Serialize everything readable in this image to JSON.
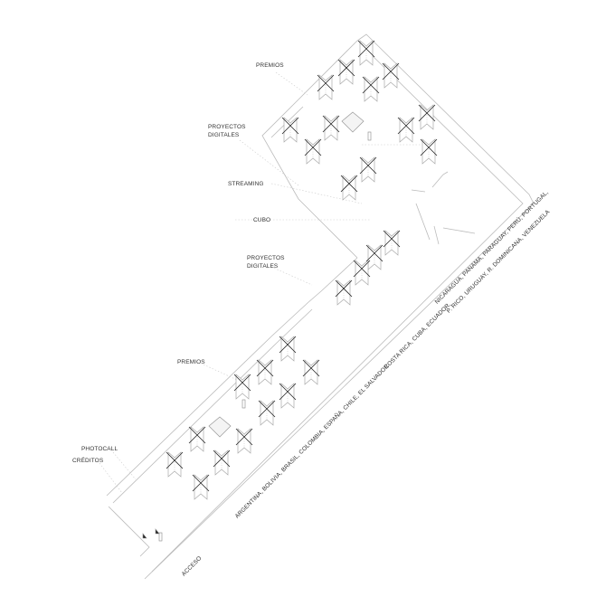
{
  "labels": {
    "premios_top": "PREMIOS",
    "proyectos_top_1": "PROYECTOS",
    "proyectos_top_2": "DIGITALES",
    "streaming": "STREAMING",
    "cubo": "CUBO",
    "proyectos_mid_1": "PROYECTOS",
    "proyectos_mid_2": "DIGITALES",
    "premios_bottom": "PREMIOS",
    "photocall": "PHOTOCALL",
    "creditos": "CRÉDITOS",
    "acceso": "ACCESO"
  },
  "countries": {
    "wall_1": "ARGENTINA, BOLIVIA, BRASIL, COLOMBIA, ESPAÑA, CHILE, EL SALVADOR",
    "wall_2": "COSTA RICA, CUBA, ECUADOR,",
    "wall_3_line1": "NICARAGUA, PANAMA, PARAGUAY, PERÚ, PORTUGAL,",
    "wall_3_line2": "P. RICO, URUGUAY, R. DOMINICANA, VENEZUELA"
  },
  "colors": {
    "line": "#b5b5b5",
    "ink": "#333333"
  }
}
